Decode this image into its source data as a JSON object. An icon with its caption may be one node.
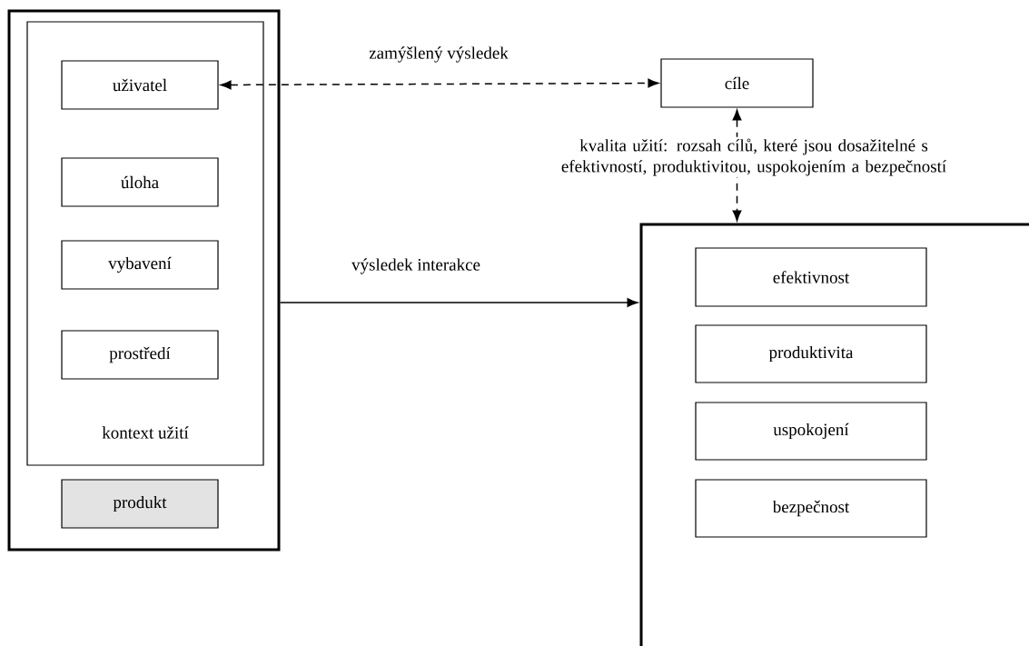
{
  "diagram": {
    "nodes": [
      {
        "text": [],
        "shape": "box"
      },
      {
        "text": [
          "kontext užití"
        ],
        "in": 0
      },
      {
        "text": [
          "uživatel"
        ],
        "in": 1
      },
      {
        "text": [
          "úloha"
        ],
        "in": 1
      },
      {
        "text": [
          "vybavení"
        ],
        "in": 1
      },
      {
        "text": [
          "prostředí"
        ],
        "in": 1
      },
      {
        "text": [
          "produkt"
        ],
        "in": 0
      },
      {
        "text": [
          "cíle"
        ]
      },
      {
        "text": [],
        "shape": "box"
      },
      {
        "text": [
          "efektivnost"
        ],
        "in": 8
      },
      {
        "text": [
          "produktivita"
        ],
        "in": 8
      },
      {
        "text": [
          "uspokojení"
        ],
        "in": 8
      },
      {
        "text": [
          "bezpečnost"
        ],
        "in": 8
      }
    ],
    "edges": [
      {
        "from": 2,
        "to": 7,
        "arrow": "both",
        "style": "dashed",
        "label": "zamýšlený výsledek"
      },
      {
        "from": 7,
        "to": 8,
        "arrow": "both",
        "style": "dashed",
        "label": "kvalita užití: rozsah cílů, které jsou dosažitelné s efektivností, produktivitou, uspokojením a bezpečností"
      },
      {
        "from": 0,
        "to": 8,
        "arrow": "to",
        "label": "výsledek interakce"
      }
    ]
  }
}
